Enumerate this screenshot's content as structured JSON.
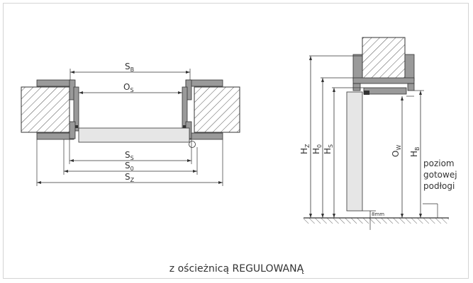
{
  "caption": "z ościeżnicą REGULOWANĄ",
  "plan_view": {
    "labels": {
      "sb": {
        "main": "S",
        "sub": "B"
      },
      "os": {
        "main": "O",
        "sub": "S"
      },
      "ss": {
        "main": "S",
        "sub": "S"
      },
      "s0": {
        "main": "S",
        "sub": "0"
      },
      "sz": {
        "main": "S",
        "sub": "Z"
      }
    }
  },
  "section_view": {
    "labels": {
      "hz": {
        "main": "H",
        "sub": "Z"
      },
      "h0": {
        "main": "H",
        "sub": "0"
      },
      "hs": {
        "main": "H",
        "sub": "S"
      },
      "ow": {
        "main": "O",
        "sub": "W"
      },
      "hb": {
        "main": "H",
        "sub": "B"
      }
    },
    "gap_label": "8mm",
    "floor_note": [
      "poziom",
      "gotowej",
      "podłogi"
    ]
  },
  "colors": {
    "frame": "#9a9a9a",
    "door_leaf": "#e6e6e6",
    "line": "#333333"
  }
}
